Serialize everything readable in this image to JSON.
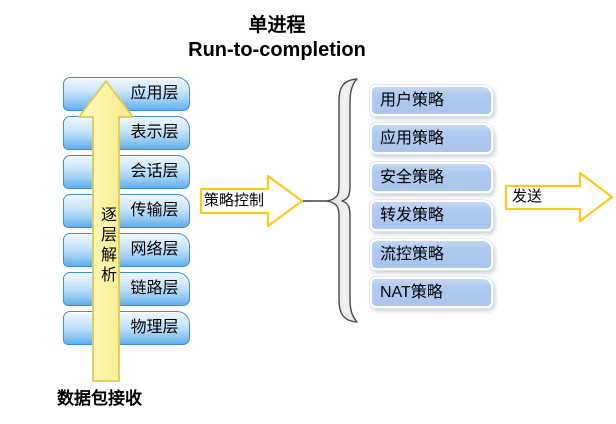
{
  "title": {
    "line1": "单进程",
    "line2": "Run-to-completion"
  },
  "osi": {
    "layers": [
      "应用层",
      "表示层",
      "会话层",
      "传输层",
      "网络层",
      "链路层",
      "物理层"
    ]
  },
  "parse_arrow": {
    "label": "逐层解析"
  },
  "receive": {
    "label": "数据包接收"
  },
  "policy_arrow": {
    "label": "策略控制"
  },
  "policies": {
    "items": [
      "用户策略",
      "应用策略",
      "安全策略",
      "转发策略",
      "流控策略",
      "NAT策略"
    ]
  },
  "send_arrow": {
    "label": "发送"
  },
  "colors": {
    "osi_box_border": "#3f8ed8",
    "osi_box_fill": "#a6d4f6",
    "up_arrow_fill": "#faf3a6",
    "up_arrow_border": "#e4c94e",
    "hollow_arrow_border": "#ffc918",
    "policy_box_fill": "#aecaf0",
    "brace_fill": "#ececec",
    "brace_border": "#4a4a4a",
    "text": "#000000"
  }
}
